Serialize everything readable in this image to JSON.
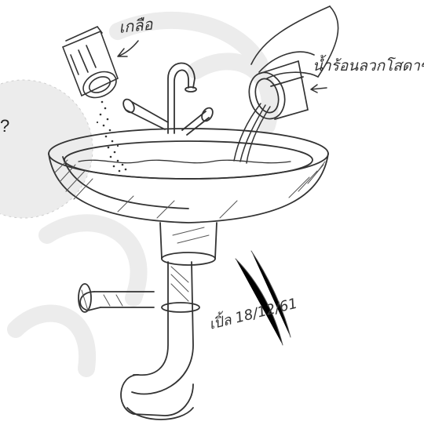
{
  "labels": {
    "salt": "เกลือ",
    "boiling_water": "น้ำร้อนลวกโสดาซู",
    "question_mark": "?",
    "signature": "เปิ้ล 18/12/61"
  },
  "colors": {
    "ink": "#333333",
    "watermark": "#e3e3e3",
    "paper": "#ffffff"
  },
  "icons": {
    "salt_shaker": "salt-shaker-icon",
    "pouring_cup": "pouring-cup-icon"
  }
}
